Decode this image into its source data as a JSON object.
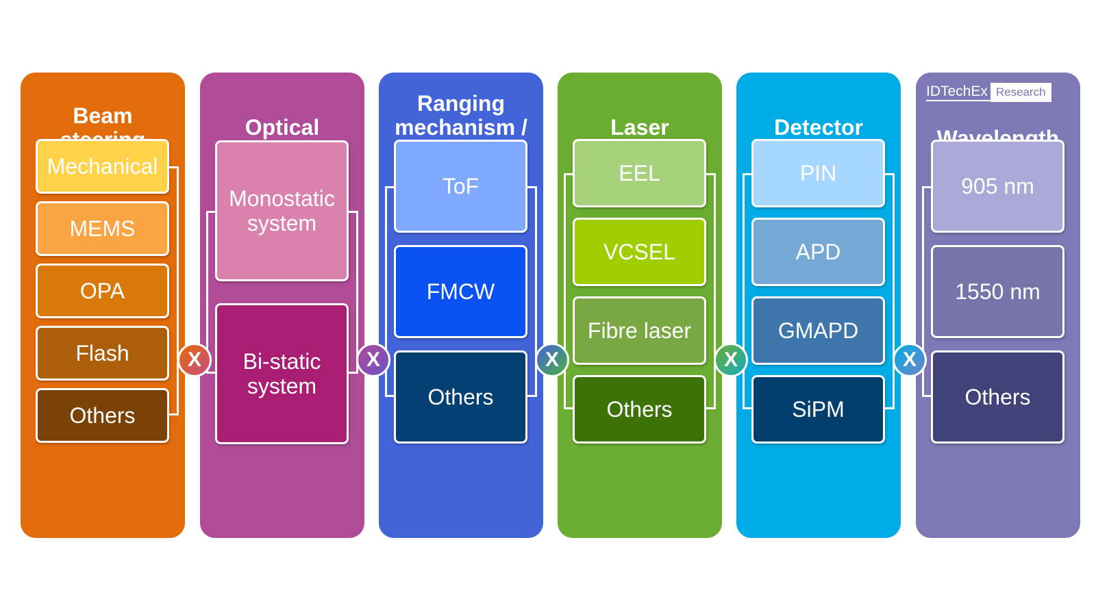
{
  "logo": {
    "main": "IDTechEx",
    "sub": "Research"
  },
  "operator": "X",
  "columns": [
    {
      "title": "Beam\nsteering\noption",
      "color": "#e36c0a",
      "options": [
        {
          "label": "Mechanical",
          "color": "#ffd249"
        },
        {
          "label": "MEMS",
          "color": "#fba443"
        },
        {
          "label": "OPA",
          "color": "#d9780b"
        },
        {
          "label": "Flash",
          "color": "#ad5e08"
        },
        {
          "label": "Others",
          "color": "#7a4206"
        }
      ]
    },
    {
      "title": "Optical\nsystem",
      "color": "#b04c97",
      "options": [
        {
          "label": "Monostatic\nsystem",
          "color": "#d982ae"
        },
        {
          "label": "Bi-static\nsystem",
          "color": "#a91e73"
        }
      ]
    },
    {
      "title": "Ranging\nmechanism /\ndetection\noption",
      "color": "#4363d8",
      "options": [
        {
          "label": "ToF",
          "color": "#7ea9fc"
        },
        {
          "label": "FMCW",
          "color": "#0b52f5"
        },
        {
          "label": "Others",
          "color": "#054073"
        }
      ]
    },
    {
      "title": "Laser\ntechnology",
      "color": "#6aad30",
      "options": [
        {
          "label": "EEL",
          "color": "#a8d17d"
        },
        {
          "label": "VCSEL",
          "color": "#9fcd00"
        },
        {
          "label": "Fibre laser",
          "color": "#79a842"
        },
        {
          "label": "Others",
          "color": "#3c7208"
        }
      ]
    },
    {
      "title": "Detector\ntechnology",
      "color": "#00ace5",
      "options": [
        {
          "label": "PIN",
          "color": "#a7d7fe"
        },
        {
          "label": "APD",
          "color": "#75a8d5"
        },
        {
          "label": "GMAPD",
          "color": "#3c76aa"
        },
        {
          "label": "SiPM",
          "color": "#023f6f"
        }
      ]
    },
    {
      "title": "Wavelength",
      "color": "#7f78b6",
      "options": [
        {
          "label": "905 nm",
          "color": "#aaa8d6"
        },
        {
          "label": "1550 nm",
          "color": "#7873a9"
        },
        {
          "label": "Others",
          "color": "#414278"
        }
      ]
    }
  ]
}
